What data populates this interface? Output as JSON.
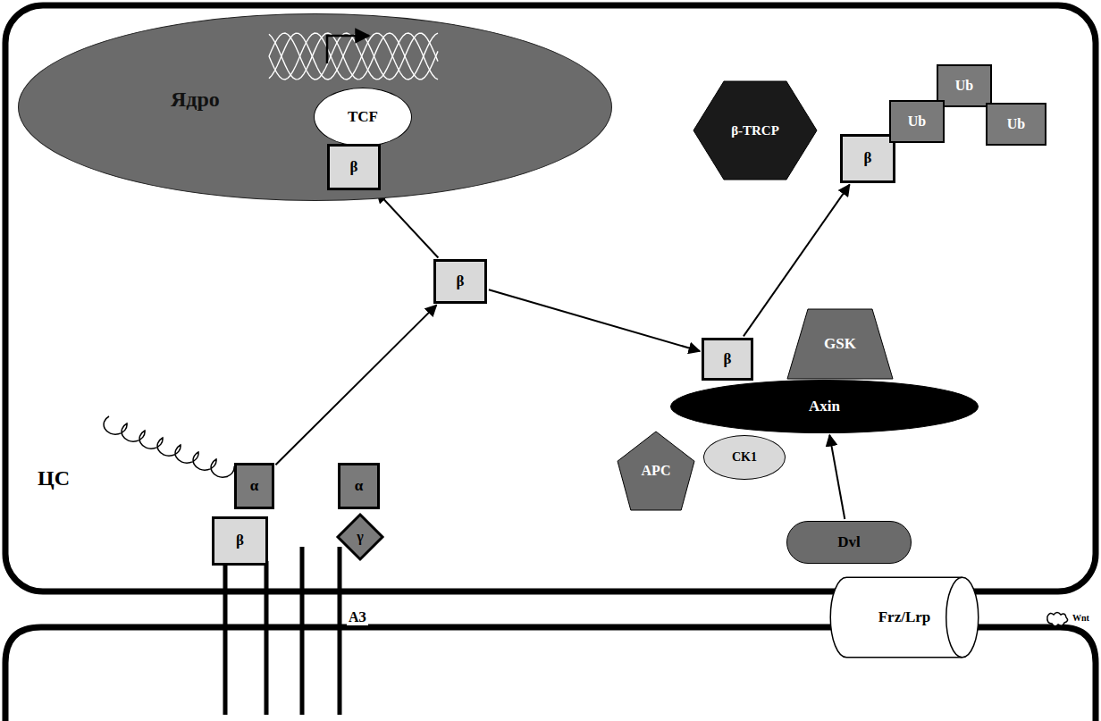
{
  "diagram": {
    "nodes": [
      {
        "text": [
          "Ядро"
        ]
      },
      {
        "text": [
          "TCF"
        ],
        "in": 0
      },
      {
        "text": [
          "β"
        ],
        "in": 0
      },
      {
        "text": [
          "β-TRCP"
        ]
      },
      {
        "text": [
          "Ub"
        ]
      },
      {
        "text": [
          "β"
        ]
      },
      {
        "text": [
          "Ub"
        ]
      },
      {
        "text": [
          "Ub"
        ]
      },
      {
        "text": [
          "β"
        ]
      },
      {
        "text": [
          "GSK"
        ]
      },
      {
        "text": [
          "β"
        ]
      },
      {
        "text": [
          "Axin"
        ]
      },
      {
        "text": [
          "APC"
        ]
      },
      {
        "text": [
          "CK1"
        ]
      },
      {
        "text": [
          "Dvl"
        ]
      },
      {
        "text": [
          "α"
        ]
      },
      {
        "text": [
          "α"
        ]
      },
      {
        "text": [
          "β"
        ]
      },
      {
        "text": [
          "γ"
        ]
      },
      {
        "text": [
          "Frz/Lrp"
        ]
      }
    ],
    "edges": [
      {
        "from": 15,
        "to": 8,
        "arrow": "to"
      },
      {
        "from": 8,
        "to": 2,
        "arrow": "to"
      },
      {
        "from": 8,
        "to": 10,
        "arrow": "to"
      },
      {
        "from": 10,
        "to": 5,
        "arrow": "to"
      },
      {
        "from": 14,
        "to": 11,
        "arrow": "to"
      }
    ],
    "labels": [
      "ЦС",
      "АЗ",
      "Wnt"
    ]
  }
}
